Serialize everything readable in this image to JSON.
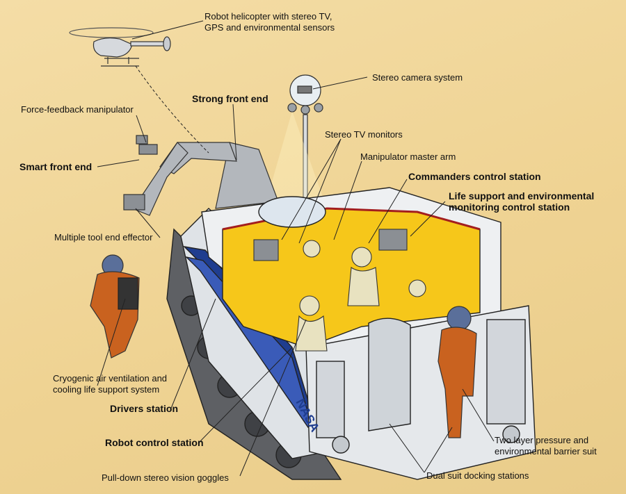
{
  "labels": {
    "helicopter": [
      "Robot helicopter with stereo TV,",
      "GPS and environmental sensors"
    ],
    "stereo_camera": "Stereo camera system",
    "strong_front_end": "Strong front end",
    "force_feedback": "Force-feedback manipulator",
    "stereo_tv_monitors": "Stereo TV monitors",
    "smart_front_end": "Smart front end",
    "manipulator_master_arm": "Manipulator master arm",
    "commanders_station": "Commanders control station",
    "life_support_station": [
      "Life support and environmental",
      "monitoring control station"
    ],
    "multiple_tool": "Multiple tool end effector",
    "cryogenic": [
      "Cryogenic air ventilation and",
      "cooling life support system"
    ],
    "drivers_station": "Drivers station",
    "robot_control_station": "Robot control station",
    "pulldown_goggles": "Pull-down stereo vision goggles",
    "dual_suit": "Dual suit docking stations",
    "pressure_suit": [
      "Two layer pressure and",
      "environmental barrier suit"
    ]
  },
  "vehicle_logo": "NASA",
  "colors": {
    "background": "#f1d79a",
    "hull": "#eef0f2",
    "hull_shadow": "#b9bec4",
    "stripe_blue": "#1f3d8f",
    "cabin_yellow": "#f6c71a",
    "suit_orange": "#c9621f",
    "arm_gray": "#a7abb0"
  }
}
